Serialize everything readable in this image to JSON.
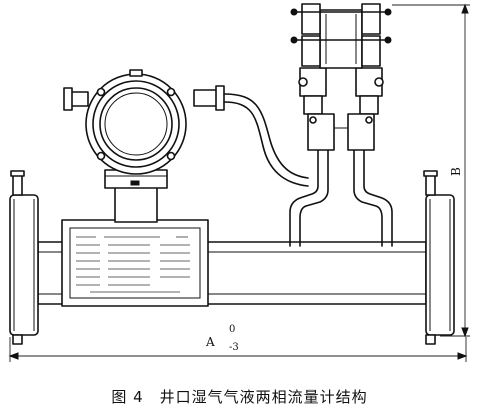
{
  "dimensions": {
    "a_label": "A",
    "b_label": "B",
    "a_upper": "0",
    "a_lower": "-3"
  },
  "caption": {
    "figure_no": "图 4",
    "title": "井口湿气气液两相流量计结构"
  }
}
